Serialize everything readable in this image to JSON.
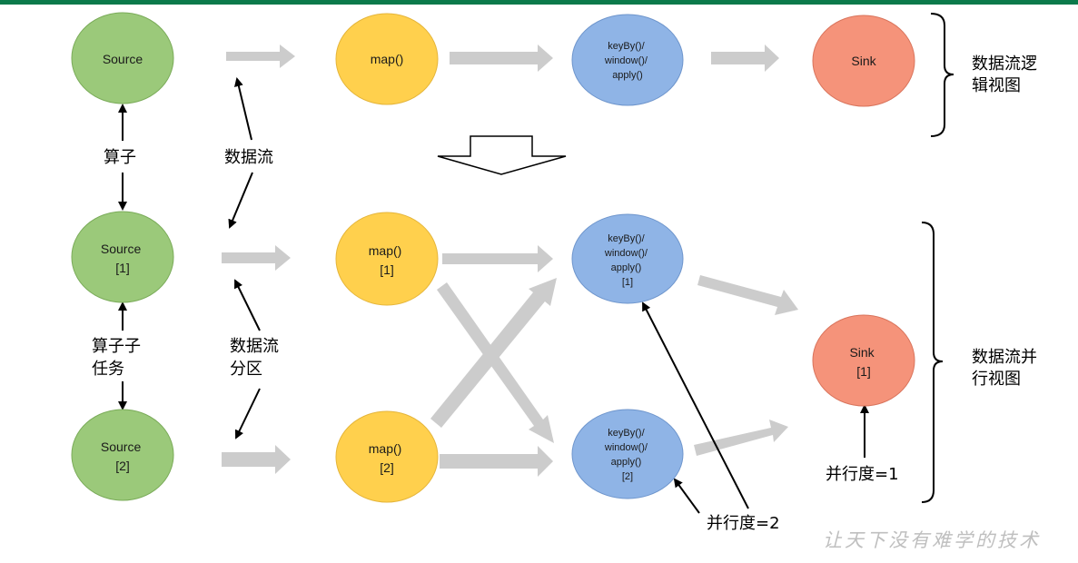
{
  "colors": {
    "top_bar": "#0b7a4b",
    "source_fill": "#9bc97a",
    "source_stroke": "#7aab59",
    "map_fill": "#ffd04d",
    "map_stroke": "#e5b53a",
    "keyby_fill": "#8fb4e6",
    "keyby_stroke": "#6e95cc",
    "sink_fill": "#f5937a",
    "sink_stroke": "#d9745c",
    "grey_arrow": "#cccccc"
  },
  "logical": {
    "source": [
      "Source"
    ],
    "map": [
      "map()"
    ],
    "keyby": [
      "keyBy()/",
      "window()/",
      "apply()"
    ],
    "sink": [
      "Sink"
    ]
  },
  "parallel": {
    "source1": [
      "Source",
      "[1]"
    ],
    "source2": [
      "Source",
      "[2]"
    ],
    "map1": [
      "map()",
      "[1]"
    ],
    "map2": [
      "map()",
      "[2]"
    ],
    "keyby1": [
      "keyBy()/",
      "window()/",
      "apply()",
      "[1]"
    ],
    "keyby2": [
      "keyBy()/",
      "window()/",
      "apply()",
      "[2]"
    ],
    "sink1": [
      "Sink",
      "[1]"
    ]
  },
  "labels": {
    "operator": "算子",
    "dataflow": "数据流",
    "subtask": [
      "算子子",
      "任务"
    ],
    "partition": [
      "数据流",
      "分区"
    ],
    "parallelism2": "并行度=2",
    "parallelism1": "并行度=1",
    "logical_view": [
      "数据流逻",
      "辑视图"
    ],
    "parallel_view": [
      "数据流并",
      "行视图"
    ]
  },
  "watermark": "让天下没有难学的技术"
}
